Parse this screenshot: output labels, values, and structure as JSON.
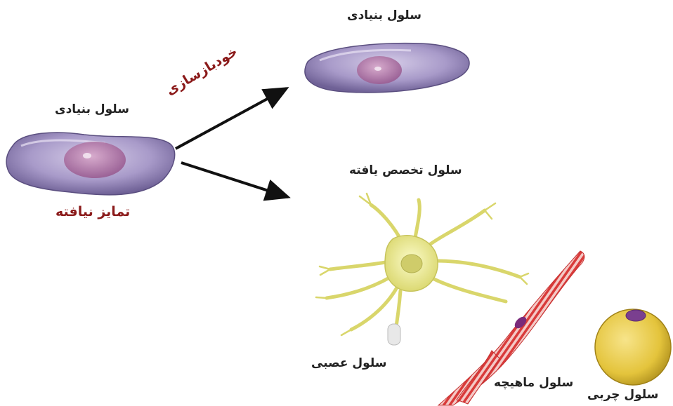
{
  "labels": {
    "stem_cell_left": "سلول بنیادی",
    "undifferentiated": "تمایز نیافته",
    "self_renewal": "خودبازسازی",
    "stem_cell_right": "سلول بنیادی",
    "specialized_cell": "سلول تخصص یافته",
    "nerve_cell": "سلول عصبی",
    "muscle_cell": "سلول ماهیچه",
    "fat_cell": "سلول چربی"
  },
  "colors": {
    "stem_cell_body": "#a89ac9",
    "stem_cell_nucleus": "#b77fae",
    "nerve_cell": "#e6e58c",
    "muscle_cell": "#e0504e",
    "fat_cell": "#e4c43c",
    "accent_text": "#8b1a1a",
    "arrow": "#111111"
  }
}
